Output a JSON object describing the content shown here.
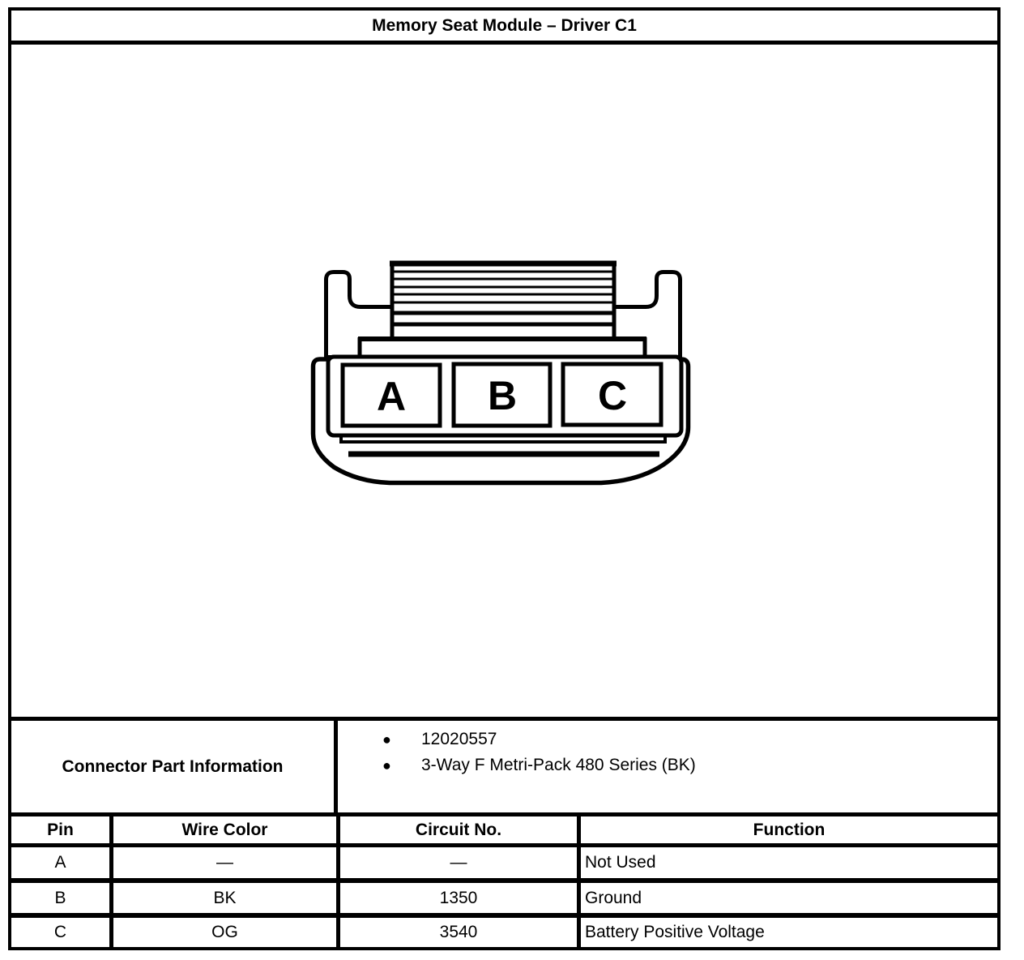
{
  "title": "Memory Seat Module – Driver C1",
  "connector": {
    "description": "3-pin female connector, front view",
    "pins": [
      {
        "label": "A"
      },
      {
        "label": "B"
      },
      {
        "label": "C"
      }
    ]
  },
  "part_info": {
    "label": "Connector Part Information",
    "bullets": [
      "12020557",
      "3-Way F Metri-Pack 480 Series (BK)"
    ]
  },
  "pin_table": {
    "headers": [
      "Pin",
      "Wire Color",
      "Circuit No.",
      "Function"
    ],
    "rows": [
      {
        "pin": "A",
        "wire_color": "—",
        "circuit_no": "—",
        "function": "Not Used"
      },
      {
        "pin": "B",
        "wire_color": "BK",
        "circuit_no": "1350",
        "function": "Ground"
      },
      {
        "pin": "C",
        "wire_color": "OG",
        "circuit_no": "3540",
        "function": "Battery Positive Voltage"
      }
    ]
  },
  "colors": {
    "line": "#000000",
    "background": "#ffffff"
  }
}
